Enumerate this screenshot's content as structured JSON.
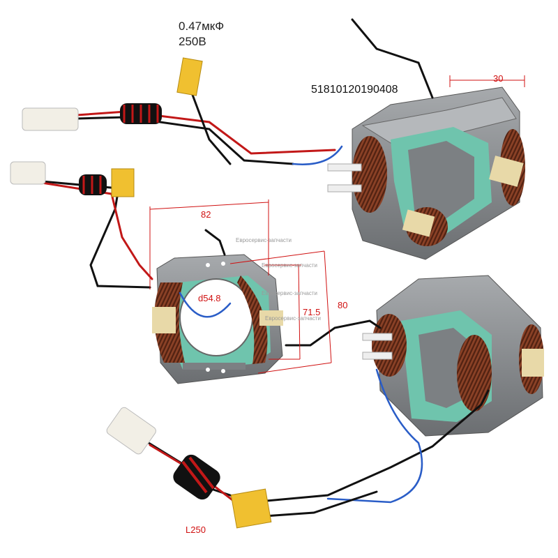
{
  "capacitor": {
    "capacitance": "0.47мкФ",
    "voltage": "250В"
  },
  "part_number": "51810120190408",
  "dimensions": {
    "stack_depth": "30",
    "width": "82",
    "bore_diameter": "d54.8",
    "inner_height": "71.5",
    "outer_height": "80"
  },
  "lead_length": "L250",
  "watermark": "Евросервис-запчасти",
  "colors": {
    "dimension_lines": "#d01010",
    "winding": "#7a3a22",
    "lamination": "#8a8d90",
    "insulation": "#6fc4ad",
    "capacitor": "#f0c030",
    "tape": "#e8d9a8"
  }
}
